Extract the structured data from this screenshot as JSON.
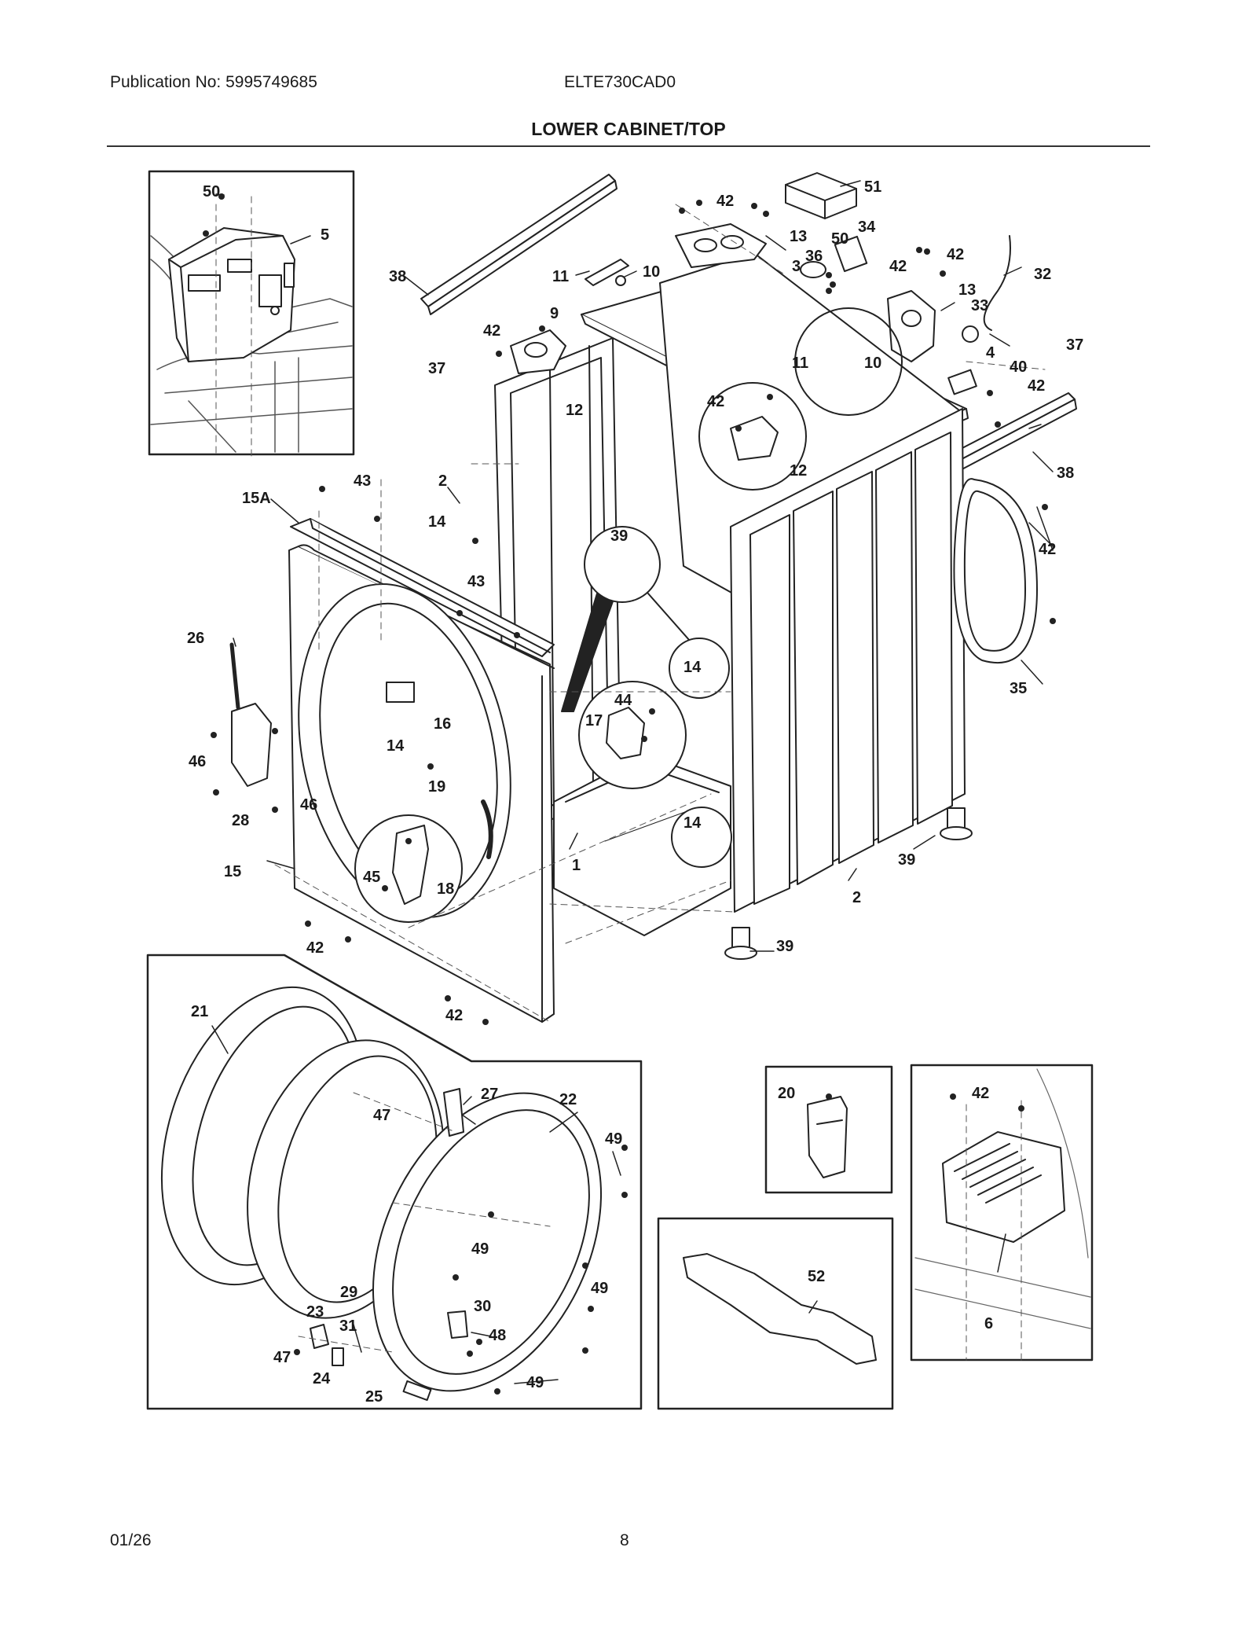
{
  "header": {
    "publication": "Publication No: 5995749685",
    "model": "ELTE730CAD0",
    "title": "LOWER CABINET/TOP"
  },
  "footer": {
    "date": "01/26",
    "page": "8"
  },
  "callouts": [
    {
      "id": "c50a",
      "text": "50"
    },
    {
      "id": "c5",
      "text": "5"
    },
    {
      "id": "c42a",
      "text": "42"
    },
    {
      "id": "c51",
      "text": "51"
    },
    {
      "id": "c38a",
      "text": "38"
    },
    {
      "id": "c11a",
      "text": "11"
    },
    {
      "id": "c10a",
      "text": "10"
    },
    {
      "id": "c13a",
      "text": "13"
    },
    {
      "id": "c50b",
      "text": "50"
    },
    {
      "id": "c34",
      "text": "34"
    },
    {
      "id": "c36",
      "text": "36"
    },
    {
      "id": "c3",
      "text": "3"
    },
    {
      "id": "c9",
      "text": "9"
    },
    {
      "id": "c42b",
      "text": "42"
    },
    {
      "id": "c42c",
      "text": "42"
    },
    {
      "id": "c32",
      "text": "32"
    },
    {
      "id": "c13b",
      "text": "13"
    },
    {
      "id": "c33",
      "text": "33"
    },
    {
      "id": "c42d",
      "text": "42"
    },
    {
      "id": "c37a",
      "text": "37"
    },
    {
      "id": "c12a",
      "text": "12"
    },
    {
      "id": "c11b",
      "text": "11"
    },
    {
      "id": "c10b",
      "text": "10"
    },
    {
      "id": "c4",
      "text": "4"
    },
    {
      "id": "c40",
      "text": "40"
    },
    {
      "id": "c37b",
      "text": "37"
    },
    {
      "id": "c42e",
      "text": "42"
    },
    {
      "id": "c42f",
      "text": "42"
    },
    {
      "id": "c12b",
      "text": "12"
    },
    {
      "id": "c38b",
      "text": "38"
    },
    {
      "id": "c2a",
      "text": "2"
    },
    {
      "id": "c43a",
      "text": "43"
    },
    {
      "id": "c15A",
      "text": "15A"
    },
    {
      "id": "c14a",
      "text": "14"
    },
    {
      "id": "c39a",
      "text": "39"
    },
    {
      "id": "c42g",
      "text": "42"
    },
    {
      "id": "c43b",
      "text": "43"
    },
    {
      "id": "c26",
      "text": "26"
    },
    {
      "id": "c14b",
      "text": "14"
    },
    {
      "id": "c35",
      "text": "35"
    },
    {
      "id": "c44",
      "text": "44"
    },
    {
      "id": "c17",
      "text": "17"
    },
    {
      "id": "c16",
      "text": "16"
    },
    {
      "id": "c14c",
      "text": "14"
    },
    {
      "id": "c46a",
      "text": "46"
    },
    {
      "id": "c19",
      "text": "19"
    },
    {
      "id": "c46b",
      "text": "46"
    },
    {
      "id": "c28",
      "text": "28"
    },
    {
      "id": "c14d",
      "text": "14"
    },
    {
      "id": "c39b",
      "text": "39"
    },
    {
      "id": "c15",
      "text": "15"
    },
    {
      "id": "c1",
      "text": "1"
    },
    {
      "id": "c45",
      "text": "45"
    },
    {
      "id": "c18",
      "text": "18"
    },
    {
      "id": "c2b",
      "text": "2"
    },
    {
      "id": "c42h",
      "text": "42"
    },
    {
      "id": "c39c",
      "text": "39"
    },
    {
      "id": "c42i",
      "text": "42"
    },
    {
      "id": "c21",
      "text": "21"
    },
    {
      "id": "c27",
      "text": "27"
    },
    {
      "id": "c22",
      "text": "22"
    },
    {
      "id": "c47a",
      "text": "47"
    },
    {
      "id": "c20",
      "text": "20"
    },
    {
      "id": "c42j",
      "text": "42"
    },
    {
      "id": "c49a",
      "text": "49"
    },
    {
      "id": "c49b",
      "text": "49"
    },
    {
      "id": "c49c",
      "text": "49"
    },
    {
      "id": "c52",
      "text": "52"
    },
    {
      "id": "c29",
      "text": "29"
    },
    {
      "id": "c30",
      "text": "30"
    },
    {
      "id": "c23",
      "text": "23"
    },
    {
      "id": "c31",
      "text": "31"
    },
    {
      "id": "c48",
      "text": "48"
    },
    {
      "id": "c6",
      "text": "6"
    },
    {
      "id": "c47b",
      "text": "47"
    },
    {
      "id": "c24",
      "text": "24"
    },
    {
      "id": "c49d",
      "text": "49"
    },
    {
      "id": "c25",
      "text": "25"
    }
  ]
}
